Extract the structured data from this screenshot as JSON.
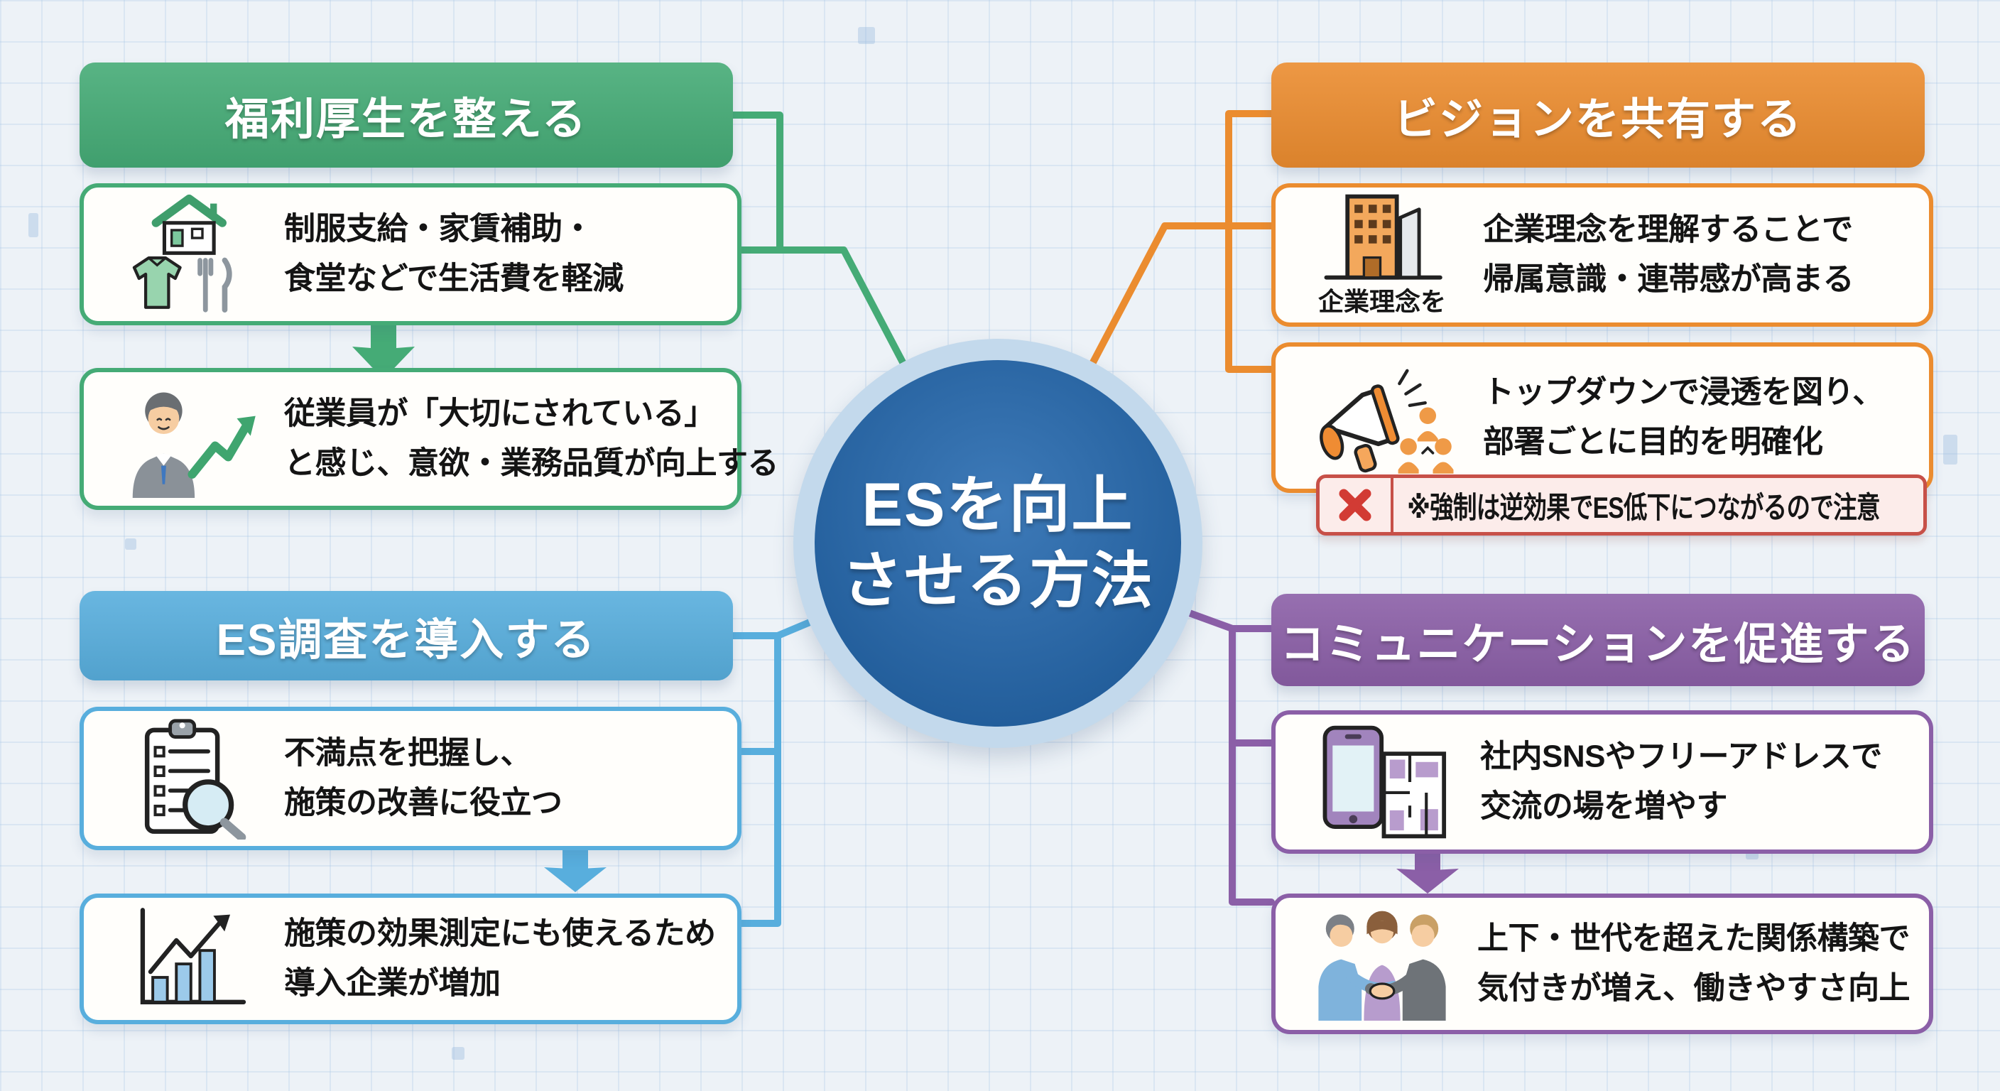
{
  "background": {
    "base_color": "#edf2f7",
    "grid_color": "#a5c3e1"
  },
  "center": {
    "lines": [
      "ESを向上",
      "させる方法"
    ],
    "fill": "#2368af",
    "ring": "#c3d9ec"
  },
  "sections": [
    {
      "id": "welfare",
      "header": "福利厚生を整える",
      "color": "#45ab76",
      "boxes": [
        {
          "icon": "welfare-benefits-icon",
          "lines": [
            "制服支給・家賃補助・",
            "食堂などで生活費を軽減"
          ]
        },
        {
          "icon": "employee-growth-icon",
          "lines": [
            "従業員が「大切にされている」",
            "と感じ、意欲・業務品質が向上する"
          ]
        }
      ]
    },
    {
      "id": "survey",
      "header": "ES調査を導入する",
      "color": "#58aedd",
      "boxes": [
        {
          "icon": "survey-clipboard-icon",
          "lines": [
            "不満点を把握し、",
            "施策の改善に役立つ"
          ]
        },
        {
          "icon": "adoption-chart-icon",
          "lines": [
            "施策の効果測定にも使えるため",
            "導入企業が増加"
          ]
        }
      ]
    },
    {
      "id": "vision",
      "header": "ビジョンを共有する",
      "color": "#eb8c2f",
      "boxes": [
        {
          "icon": "company-building-icon",
          "icon_caption": "企業理念を",
          "lines": [
            "企業理念を理解することで",
            "帰属意識・連帯感が高まる"
          ]
        },
        {
          "icon": "megaphone-icon",
          "lines": [
            "トップダウンで浸透を図り、",
            "部署ごとに目的を明確化"
          ]
        }
      ],
      "warning": {
        "icon": "cross-icon",
        "text": "※強制は逆効果でES低下につながるので注意",
        "border": "#c75048",
        "bg": "#fcecea",
        "x_color": "#d23b34"
      }
    },
    {
      "id": "communication",
      "header": "コミュニケーションを促進する",
      "color": "#8b5fa7",
      "boxes": [
        {
          "icon": "sns-free-address-icon",
          "lines": [
            "社内SNSやフリーアドレスで",
            "交流の場を増やす"
          ]
        },
        {
          "icon": "handshake-icon",
          "lines": [
            "上下・世代を超えた関係構築で",
            "気付きが増え、働きやすさ向上"
          ]
        }
      ]
    }
  ]
}
